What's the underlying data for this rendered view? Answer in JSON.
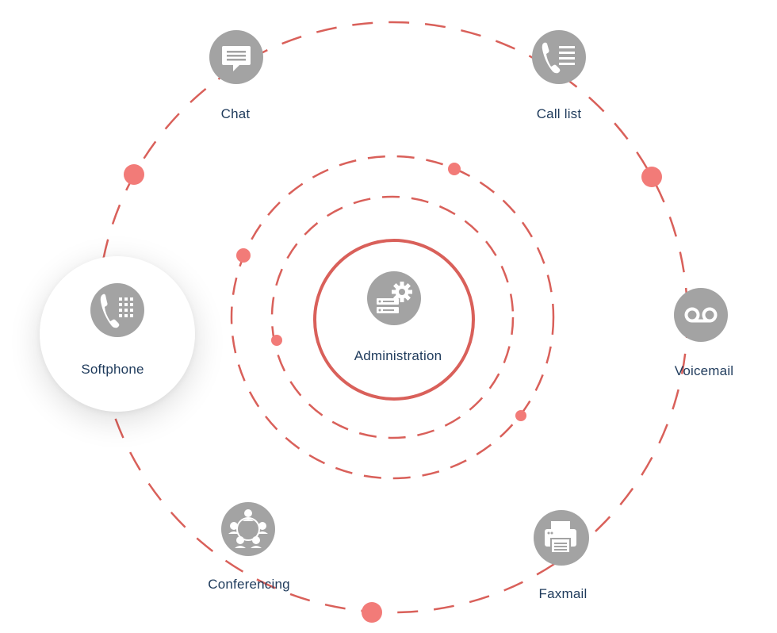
{
  "nodes": {
    "chat": {
      "label": "Chat",
      "icon": "chat-bubble-icon"
    },
    "call_list": {
      "label": "Call list",
      "icon": "phone-list-icon"
    },
    "voicemail": {
      "label": "Voicemail",
      "icon": "voicemail-icon"
    },
    "faxmail": {
      "label": "Faxmail",
      "icon": "fax-machine-icon"
    },
    "conferencing": {
      "label": "Conferencing",
      "icon": "people-network-icon"
    },
    "softphone": {
      "label": "Softphone",
      "icon": "phone-keypad-icon"
    },
    "administration": {
      "label": "Administration",
      "icon": "server-gear-icon"
    }
  },
  "colors": {
    "orbit": "#d9605a",
    "dot": "#f27b78",
    "icon_bg": "#a3a3a3",
    "label": "#1f3b5c"
  }
}
